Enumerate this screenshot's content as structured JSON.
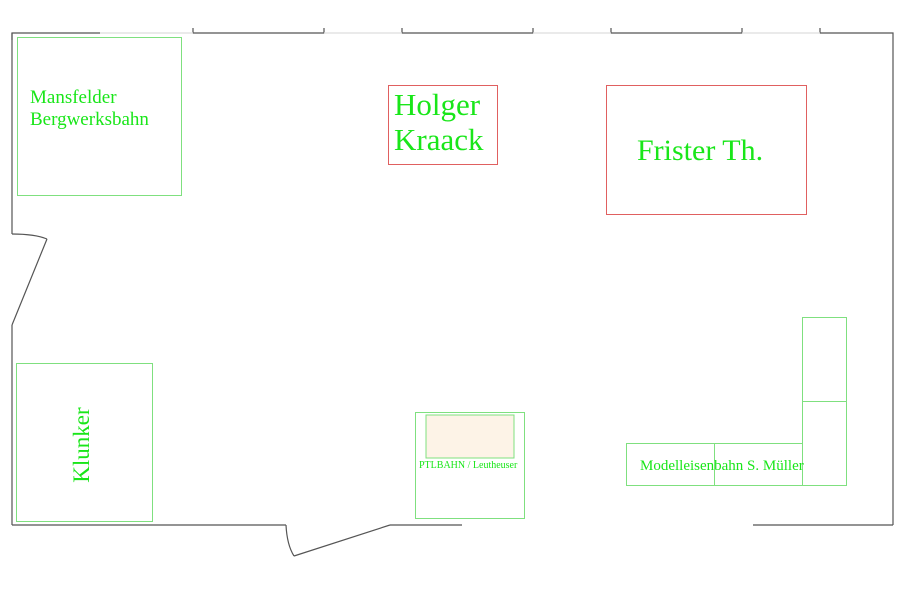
{
  "colors": {
    "label": "#19e619",
    "stand_border_green": "#7fe07f",
    "stand_border_red": "#e06060",
    "wall": "#555555",
    "table_fill": "#fdf3e7"
  },
  "stands": {
    "mansfelder": {
      "line1": "Mansfelder",
      "line2": "Bergwerksbahn"
    },
    "kraack": {
      "line1": "Holger",
      "line2": "Kraack"
    },
    "frister": {
      "label": "Frister Th."
    },
    "klunker": {
      "label": "Klunker"
    },
    "ptlbahn": {
      "label": "PTLBAHN / Leutheuser"
    },
    "mueller": {
      "label": "Modelleisenbahn S. Müller"
    }
  }
}
